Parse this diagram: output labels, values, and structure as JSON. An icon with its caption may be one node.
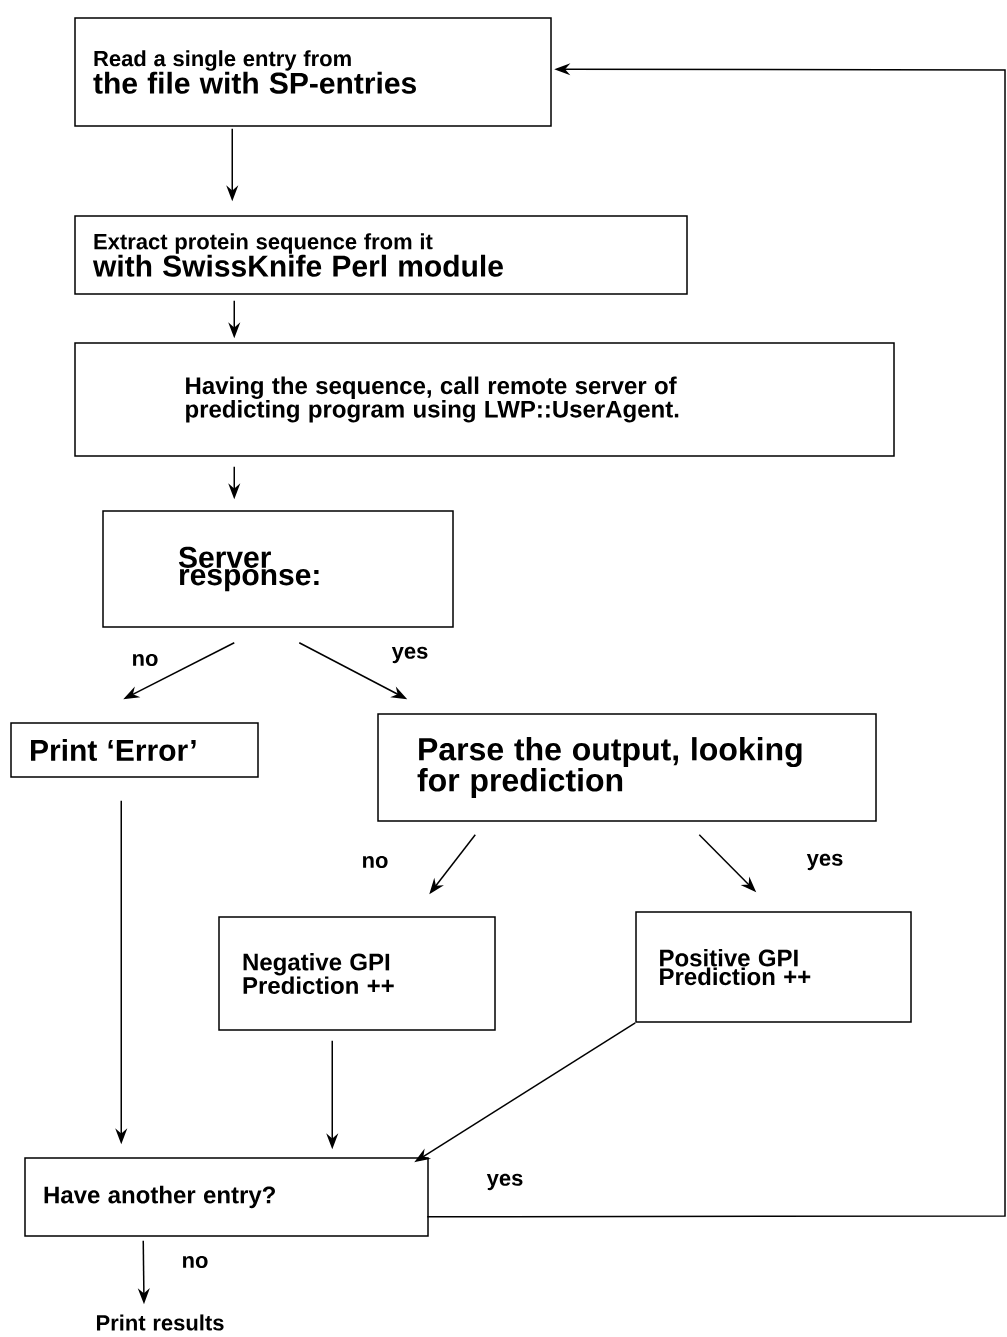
{
  "diagram": {
    "nodes": [
      {
        "text": [
          "Read a single entry from",
          "the file with SP-entries"
        ]
      },
      {
        "text": [
          "Extract protein sequence from it",
          "with SwissKnife Perl module"
        ]
      },
      {
        "text": [
          "Having the sequence, call remote server of predicting program using LWP::UserAgent."
        ]
      },
      {
        "text": [
          "Server response:"
        ]
      },
      {
        "text": [
          "Print ‘Error’"
        ]
      },
      {
        "text": [
          "Parse the output, looking for prediction"
        ]
      },
      {
        "text": [
          "Negative GPI Prediction ++"
        ]
      },
      {
        "text": [
          "Positive GPI Prediction ++"
        ]
      },
      {
        "text": [
          "Have another entry?"
        ]
      },
      {
        "text": [
          "Print results"
        ]
      }
    ],
    "edges": [
      {
        "from": 0,
        "to": 1,
        "arrow": "to"
      },
      {
        "from": 1,
        "to": 2,
        "arrow": "to"
      },
      {
        "from": 2,
        "to": 3,
        "arrow": "to"
      },
      {
        "from": 3,
        "to": 4,
        "arrow": "to",
        "label": "no"
      },
      {
        "from": 3,
        "to": 5,
        "arrow": "to",
        "label": "yes"
      },
      {
        "from": 5,
        "to": 6,
        "arrow": "to",
        "label": "no"
      },
      {
        "from": 5,
        "to": 7,
        "arrow": "to",
        "label": "yes"
      },
      {
        "from": 4,
        "to": 8,
        "arrow": "to"
      },
      {
        "from": 6,
        "to": 8,
        "arrow": "to"
      },
      {
        "from": 7,
        "to": 8,
        "arrow": "to"
      },
      {
        "from": 8,
        "to": 0,
        "arrow": "to",
        "label": "yes"
      },
      {
        "from": 8,
        "to": 9,
        "arrow": "to",
        "label": "no"
      }
    ]
  }
}
